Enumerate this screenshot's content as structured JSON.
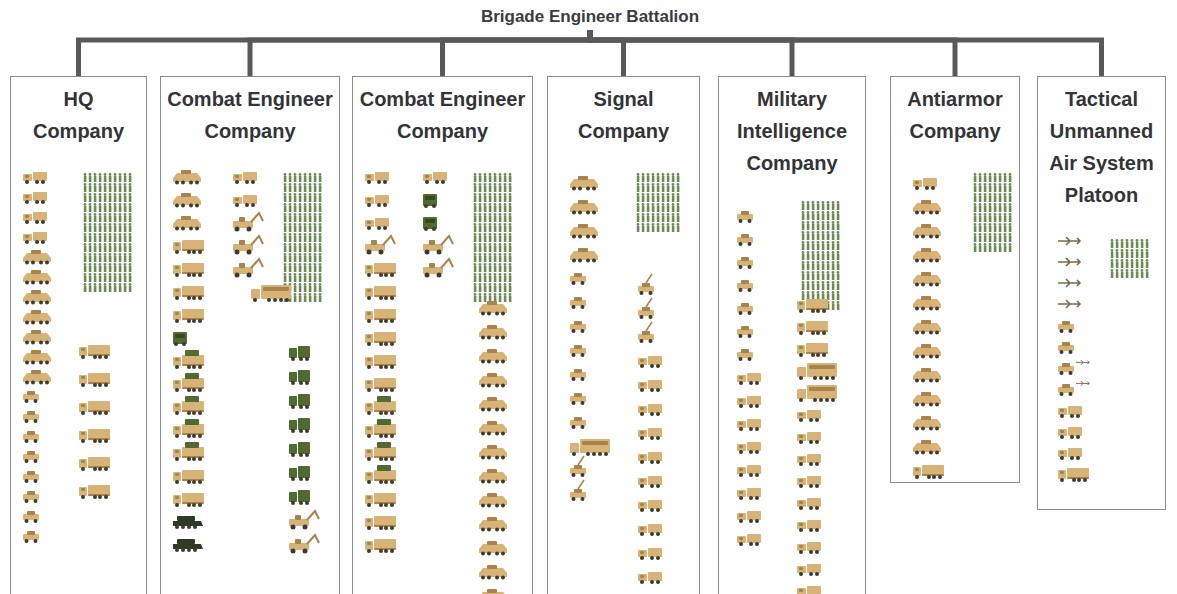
{
  "diagram": {
    "nodes": [
      {
        "text": [
          "Brigade Engineer Battalion"
        ]
      },
      {
        "text": [
          "HQ Company"
        ]
      },
      {
        "text": [
          "Combat Engineer Company"
        ]
      },
      {
        "text": [
          "Combat Engineer Company"
        ]
      },
      {
        "text": [
          "Signal Company"
        ]
      },
      {
        "text": [
          "Military Intelligence Company"
        ]
      },
      {
        "text": [
          "Antiarmor Company"
        ]
      },
      {
        "text": [
          "Tactical Unmanned Air System Platoon"
        ]
      }
    ],
    "edges": [
      {
        "from": 0,
        "to": 1,
        "arrow": "none"
      },
      {
        "from": 0,
        "to": 2,
        "arrow": "none"
      },
      {
        "from": 0,
        "to": 3,
        "arrow": "none"
      },
      {
        "from": 0,
        "to": 4,
        "arrow": "none"
      },
      {
        "from": 0,
        "to": 5,
        "arrow": "none"
      },
      {
        "from": 0,
        "to": 6,
        "arrow": "none"
      },
      {
        "from": 0,
        "to": 7,
        "arrow": "none"
      }
    ]
  }
}
